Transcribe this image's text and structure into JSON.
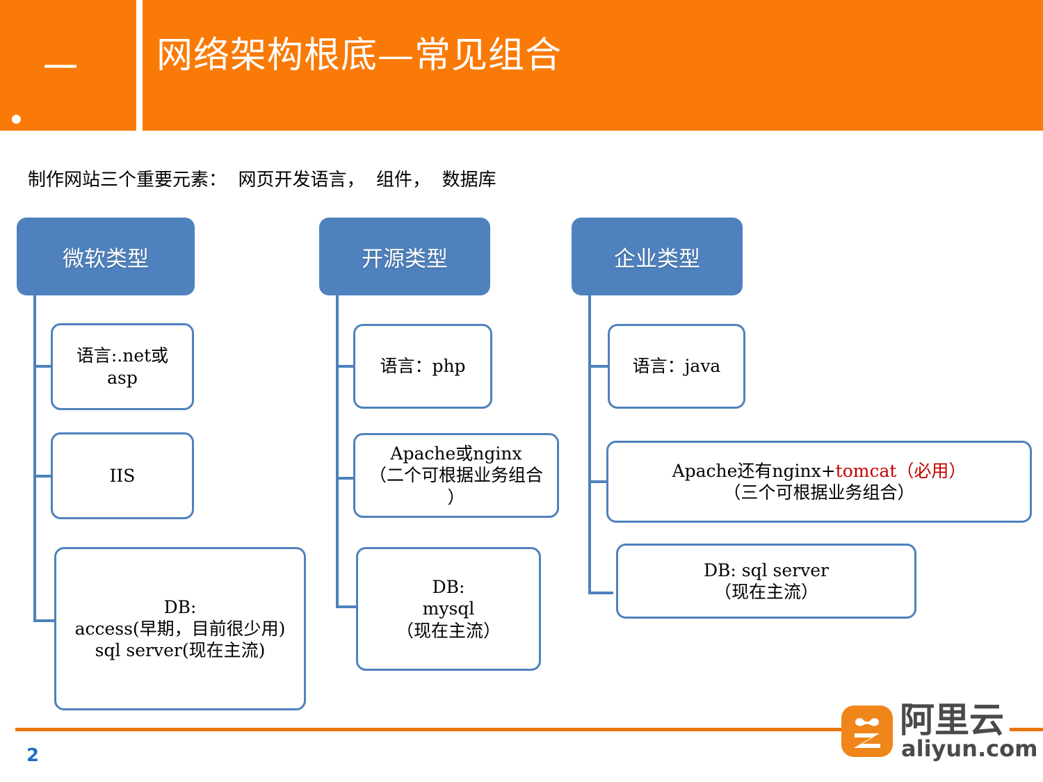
{
  "header": {
    "section_number": "一",
    "title": "网络架构根底—常见组合"
  },
  "subtitle": "制作网站三个重要元素：  网页开发语言，  组件，  数据库",
  "columns": [
    {
      "head": "微软类型",
      "nodes": [
        {
          "text": "语言:.net或\nasp"
        },
        {
          "text": "IIS"
        },
        {
          "text": "DB:\naccess(早期，目前很少用)\nsql server(现在主流)"
        }
      ]
    },
    {
      "head": "开源类型",
      "nodes": [
        {
          "text": "语言：php"
        },
        {
          "text": "Apache或nginx\n（二个可根据业务组合\n）"
        },
        {
          "text": "DB:\nmysql\n（现在主流）"
        }
      ]
    },
    {
      "head": "企业类型",
      "nodes": [
        {
          "text": "语言：java"
        },
        {
          "text_black_1": "Apache还有nginx+",
          "text_red": "tomcat（必用）",
          "text_black_2": "（三个可根据业务组合）"
        },
        {
          "text": "DB:    sql server\n（现在主流）"
        }
      ]
    }
  ],
  "footer": {
    "page_number": "2",
    "logo_cn": "阿里云",
    "logo_en": "aliyun.com"
  },
  "colors": {
    "banner_orange": "#F97A07",
    "node_blue": "#4E81BD",
    "accent_red": "#C00000",
    "rule_orange": "#E8740C",
    "page_blue": "#1F6FC4",
    "logo_orange": "#F08519"
  }
}
